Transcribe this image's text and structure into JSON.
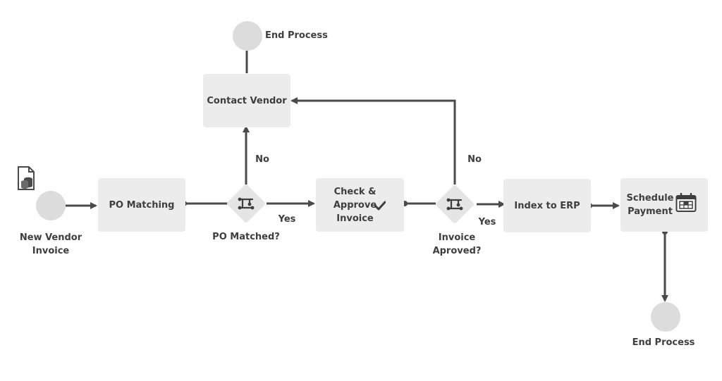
{
  "nodes": {
    "start_label": "New Vendor\nInvoice",
    "po_matching": "PO Matching",
    "po_matched_label": "PO Matched?",
    "contact_vendor": "Contact Vendor",
    "end_top_label": "End Process",
    "check_approve": "Check &\nApprove\nInvoice",
    "invoice_approved_label": "Invoice\nAproved?",
    "index_erp": "Index to ERP",
    "schedule_payment": "Schedule\nPayment",
    "end_bottom_label": "End Process"
  },
  "edges": {
    "po_no": "No",
    "po_yes": "Yes",
    "inv_no": "No",
    "inv_yes": "Yes"
  },
  "icons": {
    "start": "invoice-document-icon",
    "decision": "branch-switch-icon",
    "approve": "checkmark-icon",
    "schedule": "calendar-icon"
  },
  "colors": {
    "box_fill": "#ececec",
    "circle_fill": "#dcdcdc",
    "line": "#4a4a4a",
    "text": "#3e3e3e"
  }
}
